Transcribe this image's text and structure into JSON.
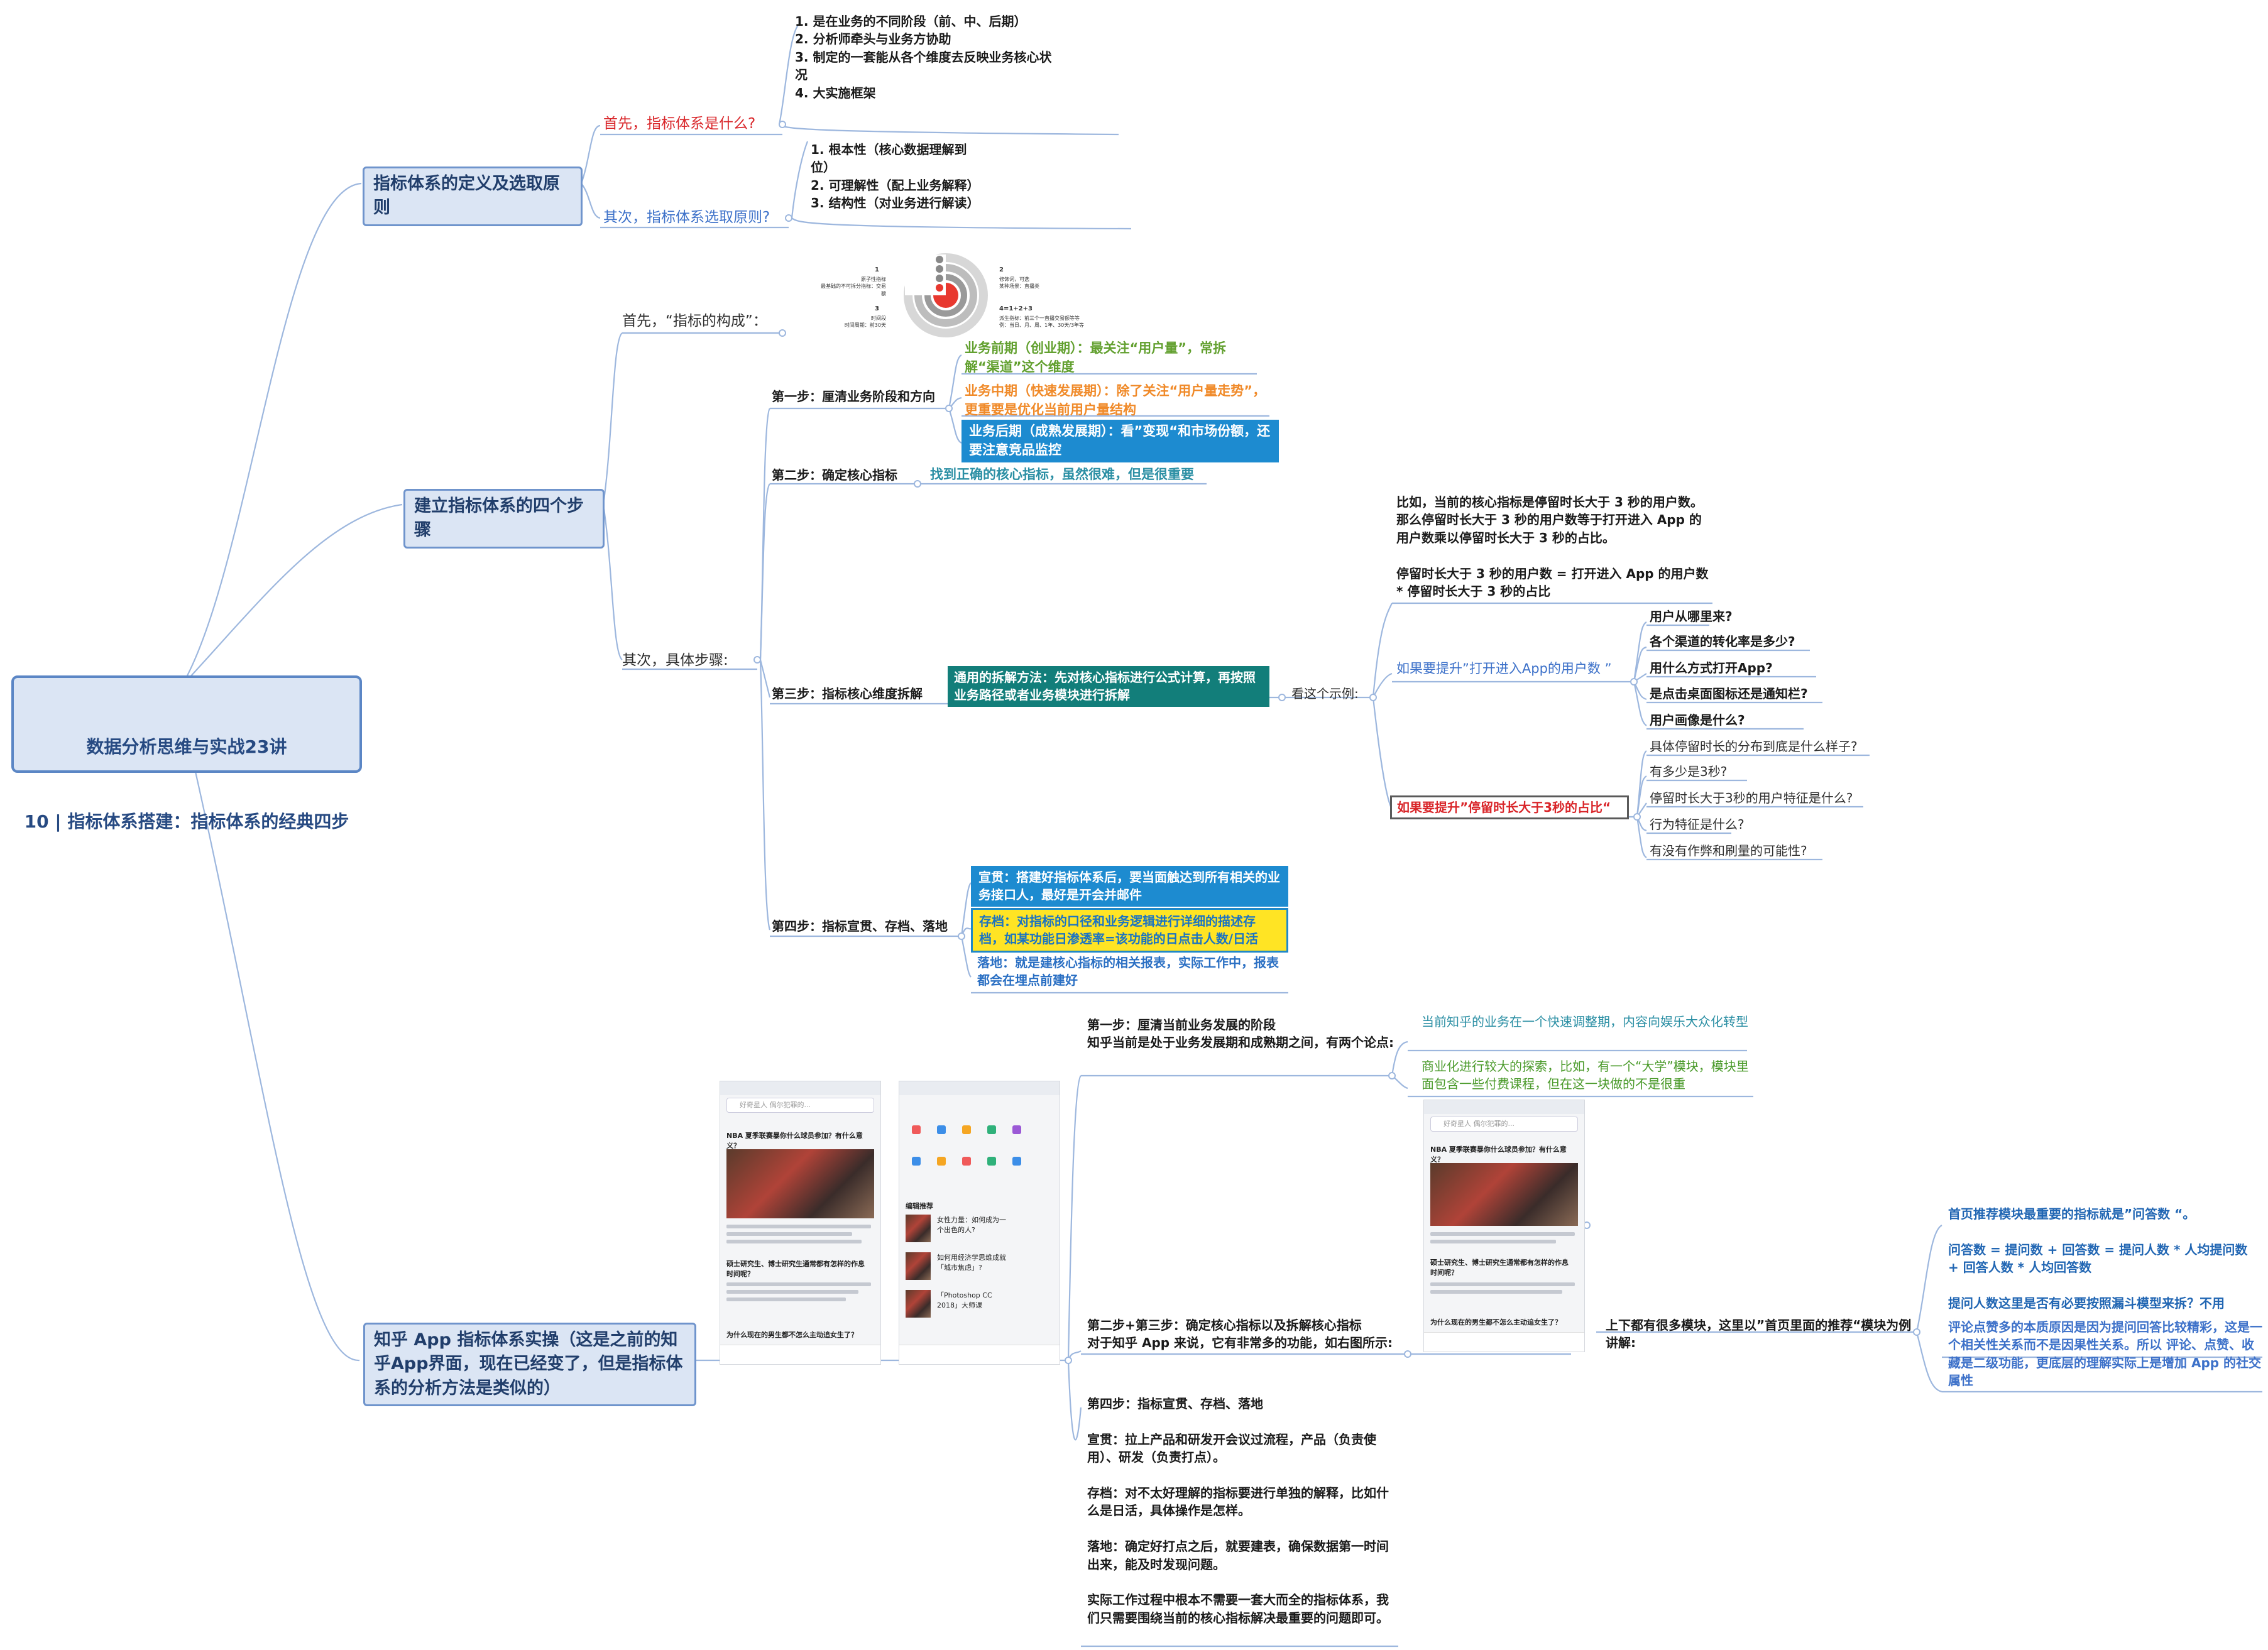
{
  "root": {
    "line1": "数据分析思维与实战23讲",
    "line2": "10 | 指标体系搭建：指标体系的经典四步"
  },
  "sections": {
    "def": {
      "title": "指标体系的定义及选取原则",
      "q1": "首先，指标体系是什么?",
      "q1_text": "1. 是在业务的不同阶段（前、中、后期）\n2. 分析师牵头与业务方协助\n3. 制定的一套能从各个维度去反映业务核心状况\n4. 大实施框架",
      "q2": "其次，指标体系选取原则?",
      "q2_text": "1. 根本性（核心数据理解到位）\n2. 可理解性（配上业务解释）\n3. 结构性（对业务进行解读）"
    },
    "steps": {
      "title": "建立指标体系的四个步骤",
      "first": "首先，“指标的构成”：",
      "rings": {
        "n1": "1",
        "n2": "2",
        "n3": "3",
        "n4": "4",
        "formula": "4=1+2+3",
        "t1": "原子性指标\n最基础的不可拆分指标：交易额",
        "t2": "修饰词，可选\n某种场景：直播类",
        "t3": "时间段\n时间周期：前30天",
        "t4": "派生指标：前三个一直播交易额等等\n例：当日、月、周、1年、30天/3年等"
      },
      "second": "其次，具体步骤:",
      "s1": {
        "label": "第一步：厘清业务阶段和方向",
        "a": "业务前期（创业期）：最关注“用户量”，常拆解“渠道”这个维度",
        "b": "业务中期（快速发展期）：除了关注“用户量走势”，更重要是优化当前用户量结构",
        "c": "业务后期（成熟发展期）：看”变现“和市场份额，还要注意竞品监控"
      },
      "s2": {
        "label": "第二步：确定核心指标",
        "text": "找到正确的核心指标，虽然很难，但是很重要"
      },
      "s3": {
        "label": "第三步：指标核心维度拆解",
        "method": "通用的拆解方法：先对核心指标进行公式计算，再按照业务路径或者业务模块进行拆解",
        "see": "看这个示例:",
        "example": "比如，当前的核心指标是停留时长大于 3 秒的用户数。那么停留时长大于 3 秒的用户数等于打开进入 App 的用户数乘以停留时长大于 3 秒的占比。\n\n停留时长大于 3 秒的用户数 = 打开进入 App 的用户数 * 停留时长大于 3 秒的占比",
        "b1": "如果要提升”打开进入App的用户数 ”",
        "b1_items": [
          "用户从哪里来?",
          "各个渠道的转化率是多少?",
          "用什么方式打开App?",
          "是点击桌面图标还是通知栏?",
          "用户画像是什么?"
        ],
        "b2": "如果要提升”停留时长大于3秒的占比“",
        "b2_items": [
          "具体停留时长的分布到底是什么样子?",
          "有多少是3秒?",
          "停留时长大于3秒的用户特征是什么?",
          "行为特征是什么?",
          "有没有作弊和刷量的可能性?"
        ]
      },
      "s4": {
        "label": "第四步：指标宣贯、存档、落地",
        "a": "宣贯：搭建好指标体系后，要当面触达到所有相关的业务接口人，最好是开会并邮件",
        "b": "存档：对指标的口径和业务逻辑进行详细的描述存档，如某功能日渗透率=该功能的日点击人数/日活",
        "c": "落地：就是建核心指标的相关报表，实际工作中，报表都会在埋点前建好"
      }
    },
    "zhihu": {
      "title": "知乎 App 指标体系实操（这是之前的知乎App界面，现在已经变了，但是指标体系的分析方法是类似的）",
      "step1": "第一步：厘清当前业务发展的阶段\n知乎当前是处于业务发展期和成熟期之间，有两个论点:",
      "step1_a": "当前知乎的业务在一个快速调整期，内容向娱乐大众化转型",
      "step1_b": "商业化进行较大的探索，比如，有一个“大学”模块，模块里面包含一些付费课程，但在这一块做的不是很重",
      "step23": "第二步+第三步：确定核心指标以及拆解核心指标\n对于知乎 App 来说，它有非常多的功能，如右图所示:",
      "step23_note": "上下都有很多模块，这里以”首页里面的推荐“模块为例讲解:",
      "analysis_a": "首页推荐模块最重要的指标就是”问答数 “。\n\n问答数 = 提问数 + 回答数 = 提问人数 * 人均提问数 + 回答人数 * 人均回答数\n\n提问人数这里是否有必要按照漏斗模型来拆？不用",
      "analysis_b": "评论点赞多的本质原因是因为提问回答比较精彩，这是一个相关性关系而不是因果性关系。所以 评论、点赞、收藏是二级功能，更底层的理解实际上是增加 App 的社交属性",
      "step4": "第四步：指标宣贯、存档、落地\n\n宣贯：拉上产品和研发开会议过流程，产品（负责使用）、研发（负责打点）。\n\n存档：对不太好理解的指标要进行单独的解释，比如什么是日活，具体操作是怎样。\n\n落地：确定好打点之后，就要建表，确保数据第一时间出来，能及时发现问题。\n\n实际工作过程中根本不需要一套大而全的指标体系，我们只需要围绕当前的核心指标解决最重要的问题即可。"
    },
    "phone": {
      "search": "好奇星人 偶尔犯罪的...",
      "question": "NBA 夏季联赛暴你什么球员参加？有什么意义？",
      "answer_title": "硕士研究生、博士研究生通常都有怎样的作息时间呢？",
      "footer_q": "为什么现在的男生都不怎么主动追女生了？",
      "list1": "女性力量：如何成为一个出色的人?",
      "list2": "如何用经济学思维成就「城市焦虑」?",
      "list3": "「Photoshop CC 2018」大师课",
      "edit_title": "编辑推荐"
    }
  }
}
